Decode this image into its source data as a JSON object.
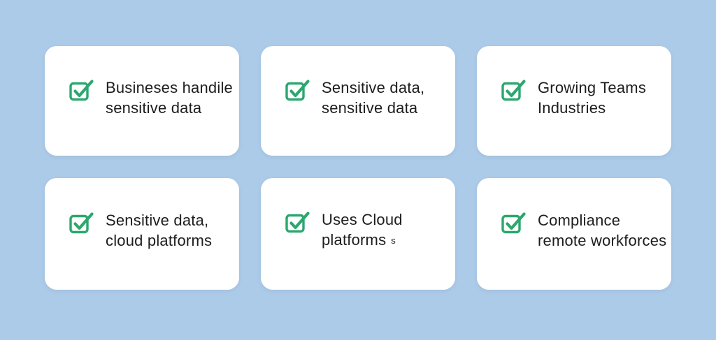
{
  "page": {
    "background_color": "#accbe8",
    "description": "Grid of six white feature cards, each with a green checked-checkbox icon"
  },
  "colors": {
    "page_bg": "#accbe8",
    "card_bg": "#ffffff",
    "check_green": "#2ba76f",
    "text": "#1d1d1f"
  },
  "icons": {
    "checkbox": "checkbox-checked-icon"
  },
  "cards": [
    {
      "lines": [
        "Busineses handile",
        "sensitive data"
      ]
    },
    {
      "lines": [
        "Sensitive data,",
        "sensitive data"
      ]
    },
    {
      "lines": [
        "Growing Teams",
        "Industries"
      ]
    },
    {
      "lines": [
        "Sensitive data,",
        "cloud platforms"
      ]
    },
    {
      "lines": [
        "Uses Cloud",
        "platforms"
      ],
      "suffix_small": "s"
    },
    {
      "lines": [
        "Compliance",
        "remote workforces"
      ]
    }
  ]
}
